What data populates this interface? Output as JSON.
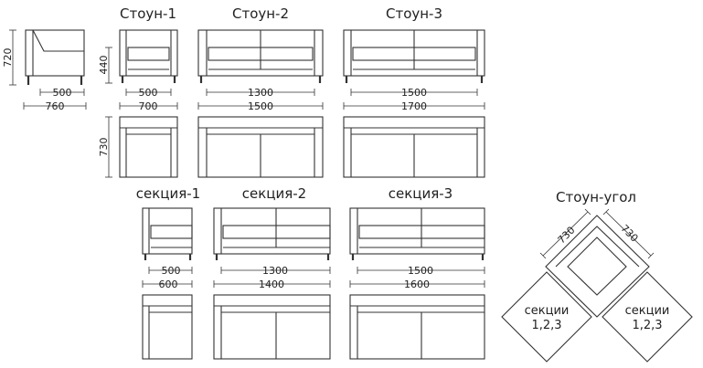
{
  "titles": {
    "ston1": "Стоун-1",
    "ston2": "Стоун-2",
    "ston3": "Стоун-3",
    "sec1": "секция-1",
    "sec2": "секция-2",
    "sec3": "секция-3",
    "corner": "Стоун-угол"
  },
  "dims": {
    "side_height": "720",
    "side_depth_seat": "500",
    "side_depth_total": "760",
    "seat_height": "440",
    "depth": "730",
    "ston1_seat": "500",
    "ston1_total": "700",
    "ston2_seat": "1300",
    "ston2_total": "1500",
    "ston3_seat": "1500",
    "ston3_total": "1700",
    "sec1_seat": "500",
    "sec1_total": "600",
    "sec2_seat": "1300",
    "sec2_total": "1400",
    "sec3_seat": "1500",
    "sec3_total": "1600",
    "corner_a": "730",
    "corner_b": "730"
  },
  "corner_labels": {
    "left_line1": "секции",
    "left_line2": "1,2,3",
    "right_line1": "секции",
    "right_line2": "1,2,3"
  }
}
